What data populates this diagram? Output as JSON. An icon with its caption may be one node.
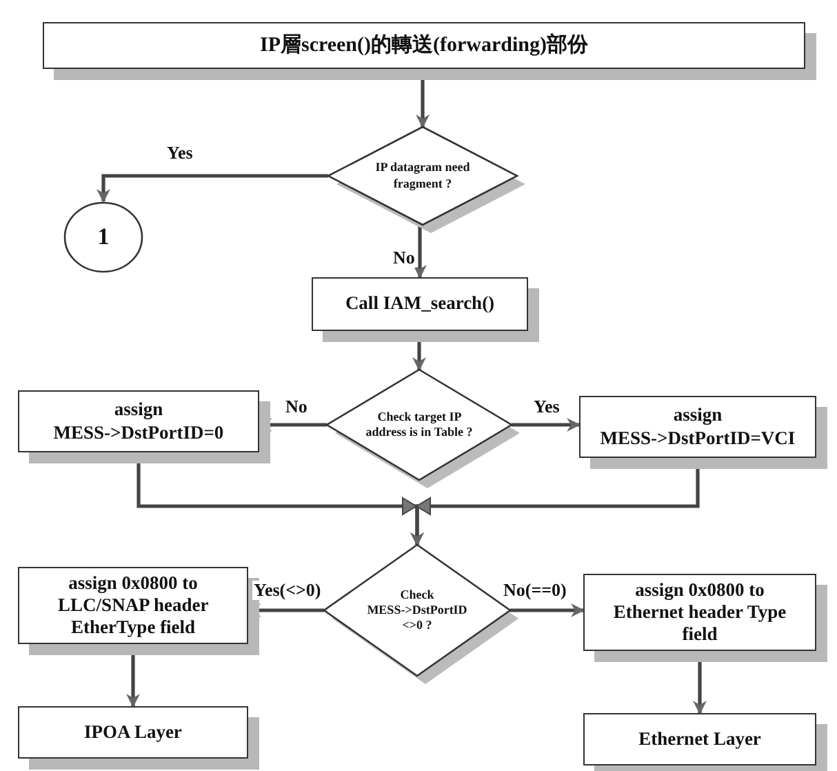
{
  "diagram": {
    "nodes": [
      {
        "text": [
          "IP層screen()的轉送(forwarding)部份"
        ]
      },
      {
        "text": [
          "IP datagram need fragment ?"
        ]
      },
      {
        "text": [
          "1"
        ]
      },
      {
        "text": [
          "Call IAM_search()"
        ]
      },
      {
        "text": [
          "Check target IP address is in Table ?"
        ]
      },
      {
        "text": [
          "assign MESS->DstPortID=0"
        ]
      },
      {
        "text": [
          "assign MESS->DstPortID=VCI"
        ]
      },
      {
        "text": [
          "Check MESS->DstPortID <>0 ?"
        ]
      },
      {
        "text": [
          "assign 0x0800 to LLC/SNAP header EtherType field"
        ]
      },
      {
        "text": [
          "assign 0x0800 to Ethernet header Type field"
        ]
      },
      {
        "text": [
          "IPOA Layer"
        ]
      },
      {
        "text": [
          "Ethernet Layer"
        ]
      }
    ],
    "edges": [
      {
        "from": 0,
        "to": 1,
        "arrow": "to"
      },
      {
        "from": 1,
        "to": 2,
        "arrow": "to",
        "label": "Yes"
      },
      {
        "from": 1,
        "to": 3,
        "arrow": "to",
        "label": "No"
      },
      {
        "from": 3,
        "to": 4,
        "arrow": "to"
      },
      {
        "from": 4,
        "to": 5,
        "arrow": "to",
        "label": "No"
      },
      {
        "from": 4,
        "to": 6,
        "arrow": "to",
        "label": "Yes"
      },
      {
        "from": 5,
        "to": 7,
        "arrow": "to"
      },
      {
        "from": 6,
        "to": 7,
        "arrow": "to"
      },
      {
        "from": 7,
        "to": 8,
        "arrow": "to",
        "label": "Yes(<>0)"
      },
      {
        "from": 7,
        "to": 9,
        "arrow": "to",
        "label": "No(==0)"
      },
      {
        "from": 8,
        "to": 10,
        "arrow": "to"
      },
      {
        "from": 9,
        "to": 11,
        "arrow": "to"
      }
    ]
  }
}
